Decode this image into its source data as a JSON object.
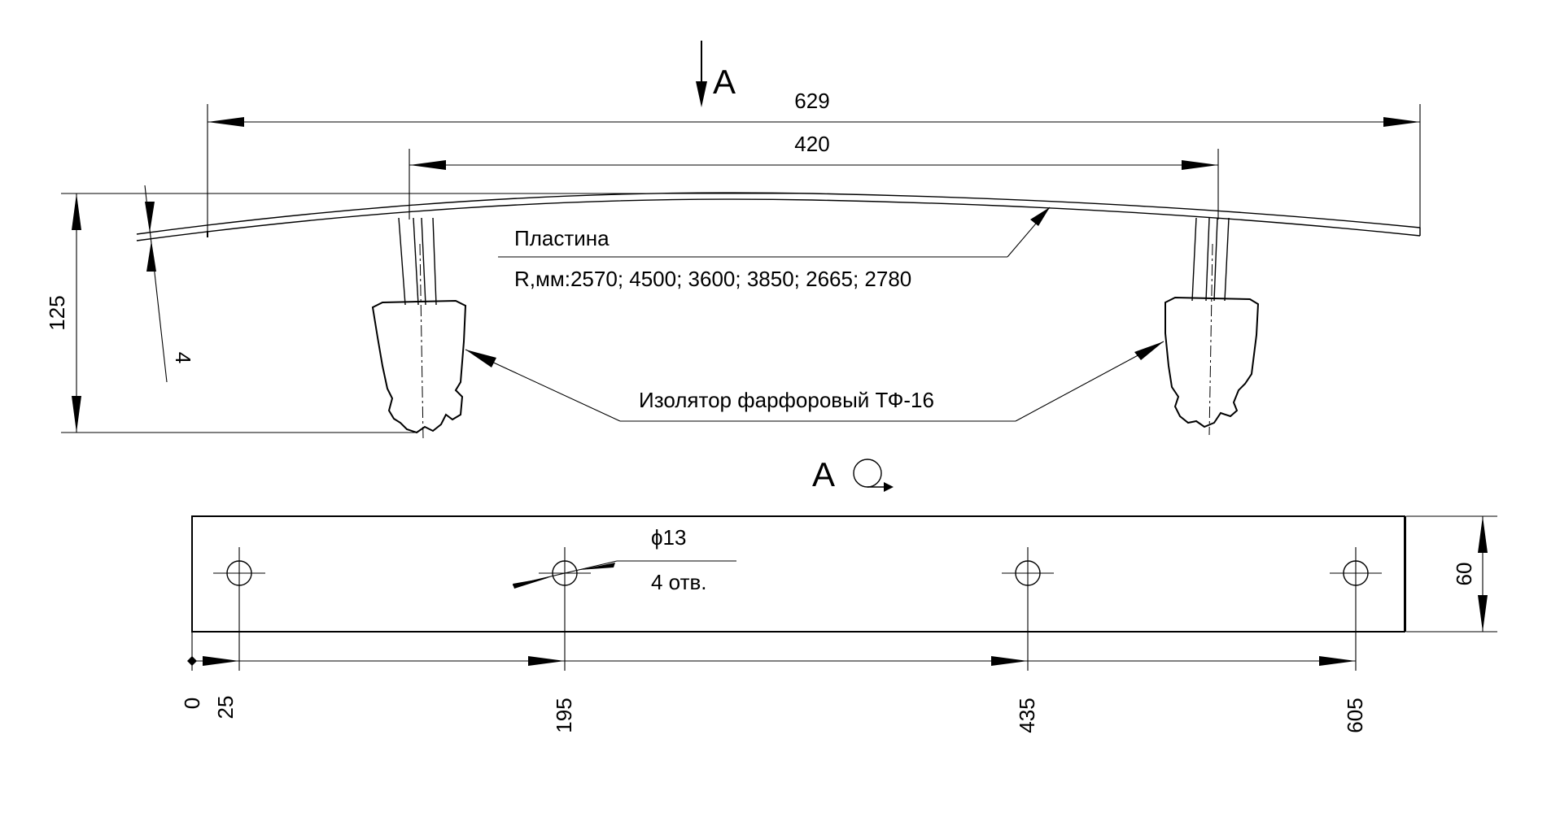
{
  "view_marker": {
    "letter": "А"
  },
  "dimensions": {
    "overall_length": "629",
    "insulator_spacing": "420",
    "height": "125",
    "thickness": "4",
    "width": "60"
  },
  "labels": {
    "plate": "Пластина",
    "radii": "R,мм:2570; 4500; 3600; 3850; 2665; 2780",
    "insulator": "Изолятор фарфоровый ТФ-16",
    "hole_diameter": "ϕ13",
    "hole_count": "4 отв."
  },
  "hole_positions": [
    "0",
    "25",
    "195",
    "435",
    "605"
  ]
}
